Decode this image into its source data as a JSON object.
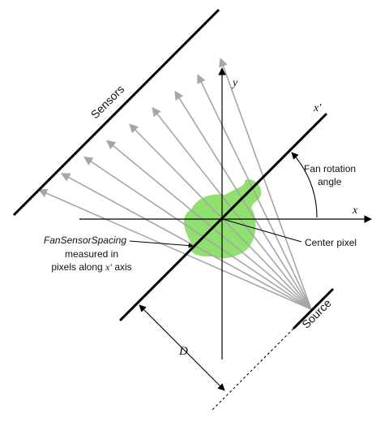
{
  "labels": {
    "sensors": "Sensors",
    "source": "Source",
    "axis_x": "x",
    "axis_y": "y",
    "axis_xprime": "x′",
    "fan_rotation_line1": "Fan rotation",
    "fan_rotation_line2": "angle",
    "center_pixel": "Center pixel",
    "fss_line1": "FanSensorSpacing",
    "fss_line2": "measured in",
    "fss_line3_text": "pixels along ",
    "fss_line3_axis": "x′",
    "fss_line3_end": " axis",
    "distance": "D"
  },
  "colors": {
    "object_fill": "#90e070",
    "ray": "#a6a6a6",
    "ink": "#000000"
  },
  "ray_count": 9
}
